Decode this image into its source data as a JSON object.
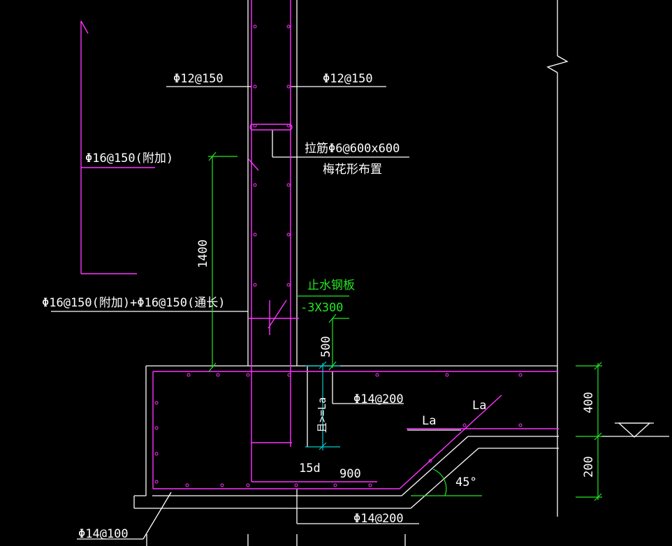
{
  "colors": {
    "background": "#000000",
    "outline": "#ffffff",
    "rebar": "#ff33ff",
    "dimension": "#22e622",
    "extension": "#00cccc"
  },
  "labels": {
    "vertical_bar_left": "Φ12@150",
    "vertical_bar_right": "Φ12@150",
    "tie_bar": "拉筋Φ6@600x600",
    "tie_bar_note": "梅花形布置",
    "additional_bar": "Φ16@150(附加)",
    "combined_bar": "Φ16@150(附加)+Φ16@150(通长)",
    "waterstop": "止水钢板",
    "waterstop_size": "-3X300",
    "top_slab_bar": "Φ14@200",
    "bottom_slab_bar": "Φ14@200",
    "side_bar": "Φ14@100",
    "anchor_length": "且>=La",
    "hook_length": "15d",
    "slab_width": "900",
    "la_diagonal": "La",
    "la_horizontal": "La",
    "angle": "45°"
  },
  "dimensions": {
    "wall_height": "1400",
    "waterstop_offset": "500",
    "slab_thickness": "400",
    "step_depth": "200"
  }
}
